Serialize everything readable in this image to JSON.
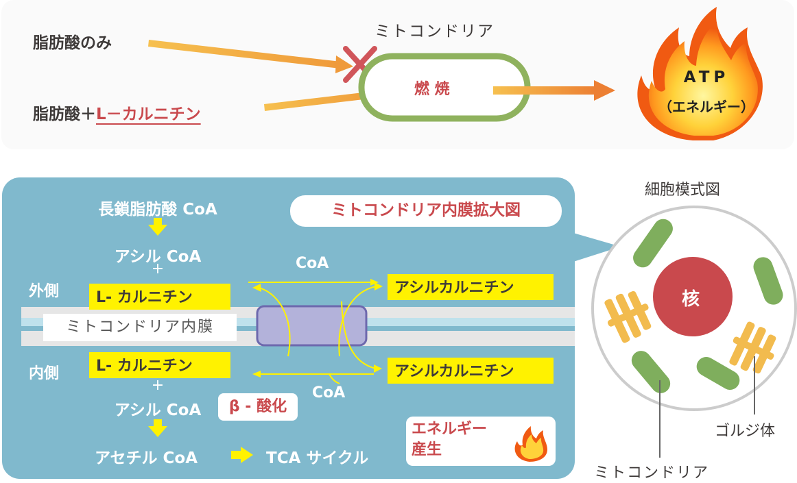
{
  "top": {
    "fatty_acid_only": "脂肪酸のみ",
    "fatty_acid_prefix": "脂肪酸＋",
    "carnitine": "L－カルニチン",
    "mitochondria_label": "ミトコンドリア",
    "combustion": "燃 焼",
    "atp": "ATP",
    "energy_paren": "（エネルギー）"
  },
  "membrane_diagram": {
    "enlarged_title": "ミトコンドリア内膜拡大図",
    "long_chain": "長鎖脂肪酸 CoA",
    "acyl_coa_top": "アシル CoA",
    "plus_top": "+",
    "outer_side": "外側",
    "carnitine_outer": "L- カルニチン",
    "membrane_label": "ミトコンドリア内膜",
    "inner_side": "内側",
    "carnitine_inner": "L- カルニチン",
    "plus_bottom": "+",
    "acyl_coa_bottom": "アシル CoA",
    "beta_oxidation": "β - 酸化",
    "acetyl_coa": "アセチル CoA",
    "tca_cycle": "TCA サイクル",
    "coa_top": "CoA",
    "coa_bottom": "CoA",
    "acylcarnitine_outer": "アシルカルニチン",
    "acylcarnitine_inner": "アシルカルニチン",
    "energy_production": "エネルギー\n産生"
  },
  "cell": {
    "title": "細胞模式図",
    "nucleus": "核",
    "golgi": "ゴルジ体",
    "mitochondria": "ミトコンドリア"
  },
  "colors": {
    "orange_arrow": "#f0a23b",
    "red_x": "#d0555a",
    "mito_outline": "#8fb25e",
    "panel_blue": "#80b9cd",
    "yellow": "#fff200",
    "nucleus": "#c9494d",
    "golgi": "#f2bb4e",
    "mito_green": "#7fae5d"
  }
}
